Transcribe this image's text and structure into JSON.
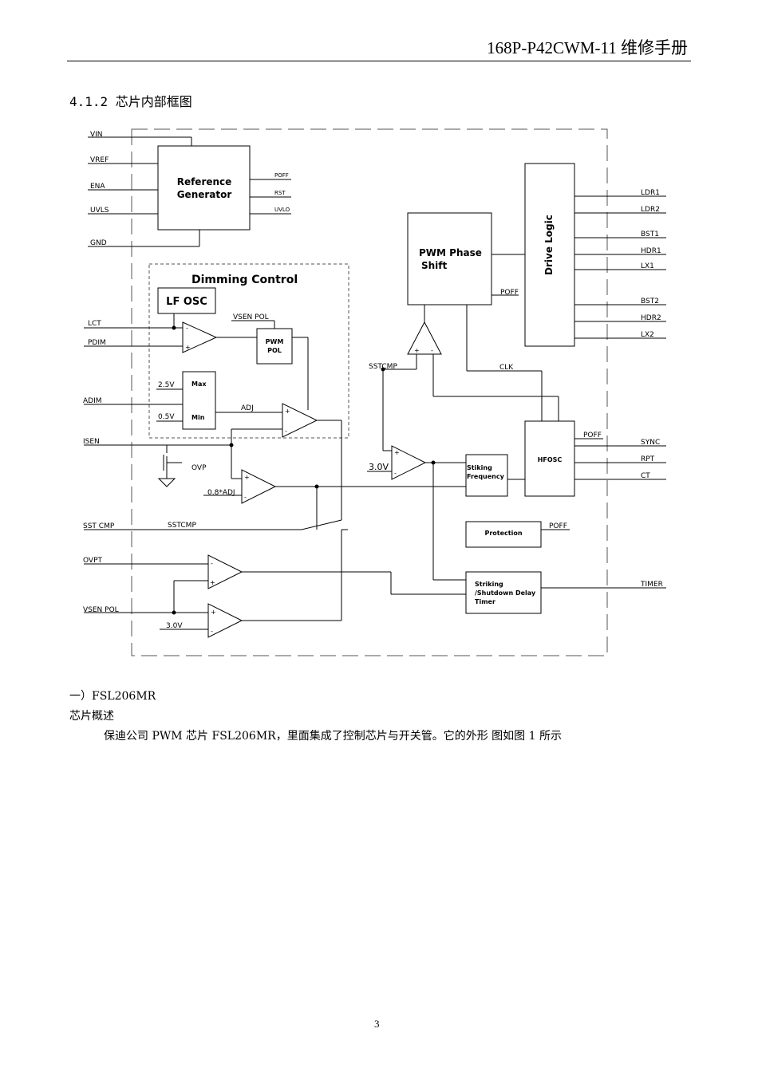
{
  "header": {
    "title": "168P-P42CWM-11 维修手册"
  },
  "section": {
    "heading": "4.1.2 芯片内部框图"
  },
  "diagram": {
    "pins_left": [
      "VIN",
      "VREF",
      "ENA",
      "UVLS",
      "GND",
      "LCT",
      "PDIM",
      "ADIM",
      "ISEN",
      "SST CMP",
      "OVPT",
      "VSEN POL"
    ],
    "pins_right": [
      "LDR1",
      "LDR2",
      "BST1",
      "HDR1",
      "LX1",
      "BST2",
      "HDR2",
      "LX2",
      "SYNC",
      "RPT",
      "CT",
      "TIMER"
    ],
    "ref_gen_label": [
      "Reference",
      "Generator"
    ],
    "ref_outputs": [
      "POFF",
      "RST",
      "UVLO"
    ],
    "dimming_title": "Dimming Control",
    "lf_osc": "LF OSC",
    "pwm_pol": [
      "PWM",
      "POL"
    ],
    "max": "Max",
    "min": "Min",
    "v25": "2.5V",
    "v05": "0.5V",
    "vsen_pol_inner": "VSEN POL",
    "adj": "ADJ",
    "ovp": "OVP",
    "adj08": "0.8*ADJ",
    "sstcmp_a": "SSTCMP",
    "sstcmp_b": "SSTCMP",
    "v30_a": "3.0V",
    "v30_b": "3.0V",
    "pwm_phase": [
      "PWM Phase",
      "Shift"
    ],
    "drive_logic": "Drive Logic",
    "poff_a": "POFF",
    "poff_b": "POFF",
    "poff_c": "POFF",
    "clk": "CLK",
    "hfosc": "HFOSC",
    "striking_freq": [
      "Stiking",
      "Frequency"
    ],
    "protection": "Protection",
    "timer_block": [
      "Striking",
      "/Shutdown Delay",
      "Timer"
    ]
  },
  "body": {
    "sub1": "一）FSL206MR",
    "sub2": "芯片概述",
    "para": "保迪公司 PWM  芯片 FSL206MR，里面集成了控制芯片与开关管。它的外形   图如图 1 所示"
  },
  "footer": {
    "page": "3"
  }
}
